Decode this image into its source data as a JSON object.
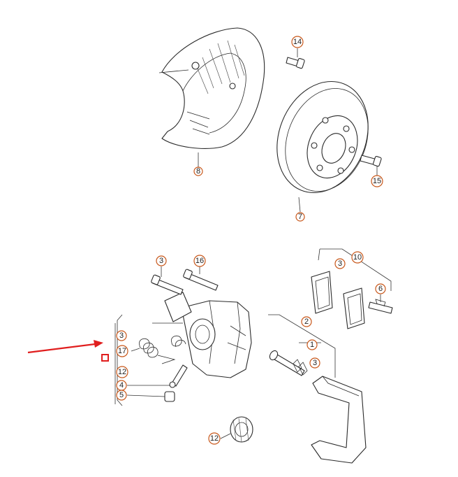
{
  "callouts": {
    "c14": "14",
    "c8": "8",
    "c15": "15",
    "c7": "7",
    "c3_top": "3",
    "c16": "16",
    "c10": "10",
    "c3_pads": "3",
    "c6": "6",
    "c2": "2",
    "c1": "1",
    "c3_guide": "3",
    "c3_left": "3",
    "c17": "17",
    "c12_left": "12",
    "c4": "4",
    "c5": "5",
    "c12_bottom": "12"
  },
  "colors": {
    "callout_ring": "#c8571a",
    "arrow": "#e01e1e",
    "marker": "#e01e1e",
    "line": "#2a2a2a"
  }
}
